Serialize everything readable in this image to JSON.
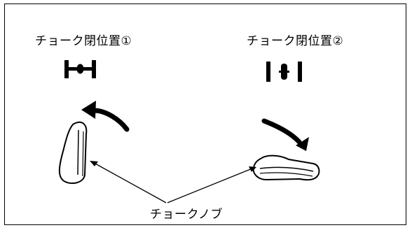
{
  "labels": {
    "position1": "チョーク閉位置①",
    "position2": "チョーク閉位置②",
    "knob": "チョークノブ"
  }
}
